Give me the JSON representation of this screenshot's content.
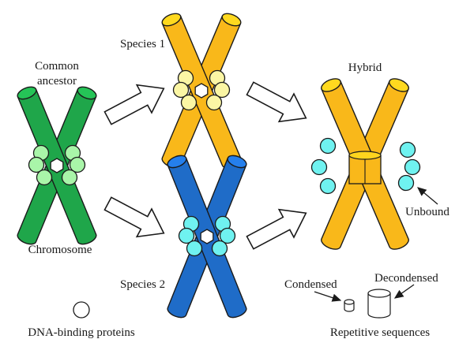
{
  "labels": {
    "common_ancestor_line1": "Common",
    "common_ancestor_line2": "ancestor",
    "species1": "Species 1",
    "species2": "Species 2",
    "hybrid": "Hybrid",
    "chromosome": "Chromosome",
    "unbound": "Unbound",
    "dna_binding_proteins": "DNA-binding proteins",
    "condensed": "Condensed",
    "decondensed": "Decondensed",
    "repetitive_sequences": "Repetitive sequences"
  },
  "colors": {
    "ancestor_chromosome": "#1fa64a",
    "ancestor_proteins": "#a9f5a9",
    "species1_chromosome": "#f9b81a",
    "species1_proteins": "#fbf6a4",
    "species2_chromosome": "#1f6cc8",
    "species2_proteins": "#6ff2f0",
    "hybrid_chromosome": "#f9b81a",
    "unbound_proteins": "#6ff2f0",
    "outline": "#1a1a1a"
  }
}
